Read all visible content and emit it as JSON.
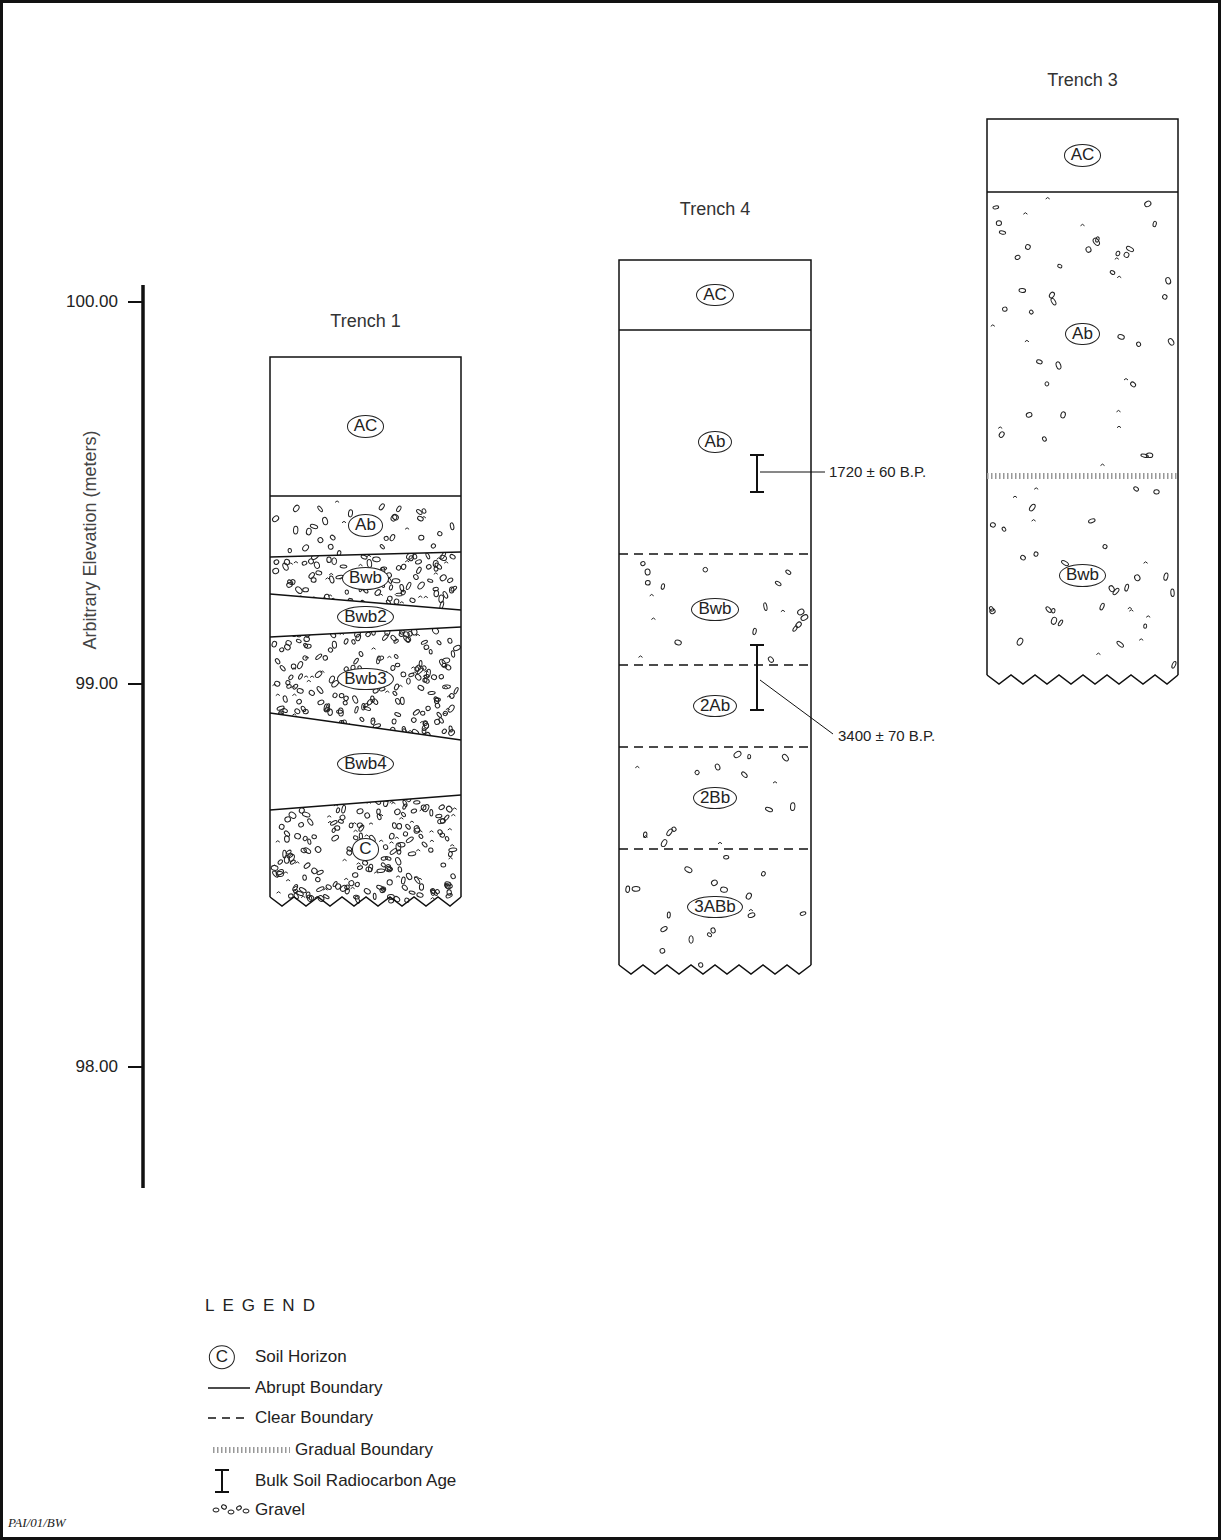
{
  "diagram": {
    "nodes": [
      {
        "text": [
          "Trench 1"
        ]
      },
      {
        "text": [
          "AC"
        ],
        "in": 0
      },
      {
        "text": [
          "Ab"
        ],
        "in": 0
      },
      {
        "text": [
          "Bwb"
        ],
        "in": 0
      },
      {
        "text": [
          "Bwb2"
        ],
        "in": 0
      },
      {
        "text": [
          "Bwb3"
        ],
        "in": 0
      },
      {
        "text": [
          "Bwb4"
        ],
        "in": 0
      },
      {
        "text": [
          "C"
        ],
        "in": 0
      },
      {
        "text": [
          "Trench 4"
        ]
      },
      {
        "text": [
          "AC"
        ],
        "in": 8
      },
      {
        "text": [
          "Ab"
        ],
        "in": 8
      },
      {
        "text": [
          "Bwb"
        ],
        "in": 8
      },
      {
        "text": [
          "2Ab"
        ],
        "in": 8
      },
      {
        "text": [
          "2Bb"
        ],
        "in": 8
      },
      {
        "text": [
          "3ABb"
        ],
        "in": 8
      },
      {
        "text": [
          "Trench 3"
        ]
      },
      {
        "text": [
          "AC"
        ],
        "in": 15
      },
      {
        "text": [
          "Ab"
        ],
        "in": 15
      },
      {
        "text": [
          "Bwb"
        ],
        "in": 15
      }
    ],
    "labels": [
      "100.00",
      "99.00",
      "98.00",
      "Arbitrary Elevation (meters)",
      "1720 ± 60 B.P.",
      "3400 ± 70 B.P.",
      "LEGEND",
      "C",
      "PAI/01/BW"
    ],
    "legend": [
      {
        "text": "Soil Horizon"
      },
      {
        "text": "Abrupt Boundary"
      },
      {
        "text": "Clear Boundary"
      },
      {
        "text": "Gradual Boundary"
      },
      {
        "text": "Bulk Soil Radiocarbon Age"
      },
      {
        "text": "Gravel"
      }
    ]
  }
}
